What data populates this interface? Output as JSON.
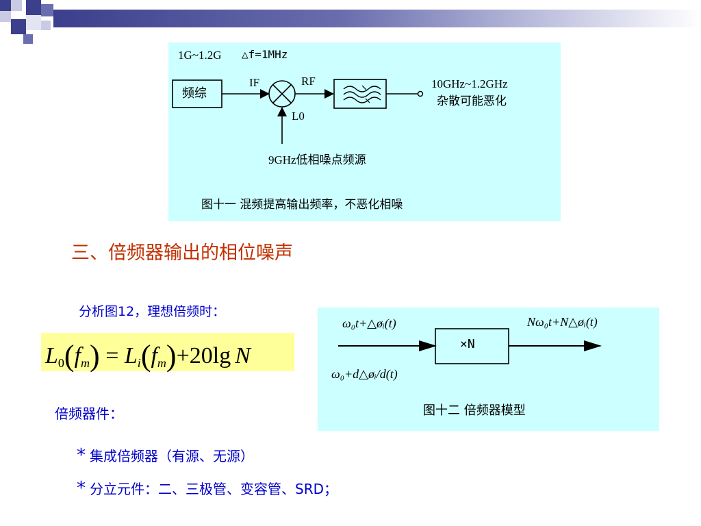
{
  "fig11": {
    "freq_range": "1G~1.2G",
    "delta_f": "△f=1MHz",
    "synth_label": "频综",
    "if_label": "IF",
    "rf_label": "RF",
    "lo_label": "L0",
    "output_freq": "10GHz~1.2GHz",
    "output_note": "杂散可能恶化",
    "source_label": "9GHz低相噪点频源",
    "caption": "图十一 混频提高输出频率，不恶化相噪"
  },
  "section": {
    "title": "三、倍频器输出的相位噪声"
  },
  "analysis_label": "分析图12，理想倍频时：",
  "formula": {
    "lhs_L": "L",
    "lhs_sub": "0",
    "f": "f",
    "m": "m",
    "eq": "=",
    "rhs_L": "L",
    "rhs_sub": "i",
    "plus": "+",
    "const": "20lg",
    "N": "N"
  },
  "fig12": {
    "input_phase": "ω₀t+△øᵢ(t)",
    "output_phase": "Nω₀t+N△øᵢ(t)",
    "block_label": "×N",
    "input_freq": "ω₀+d△øᵢ/d(t)",
    "caption": "图十二  倍频器模型"
  },
  "devices_label": "倍频器件：",
  "bullets": [
    {
      "mark": "*",
      "text": "集成倍频器（有源、无源）"
    },
    {
      "mark": "*",
      "text": "分立元件：二、三极管、变容管、SRD；"
    }
  ],
  "colors": {
    "panel_bg": "#ccffff",
    "formula_bg": "#ffff99",
    "section_title": "#c03000",
    "label_blue": "#0000cc"
  }
}
